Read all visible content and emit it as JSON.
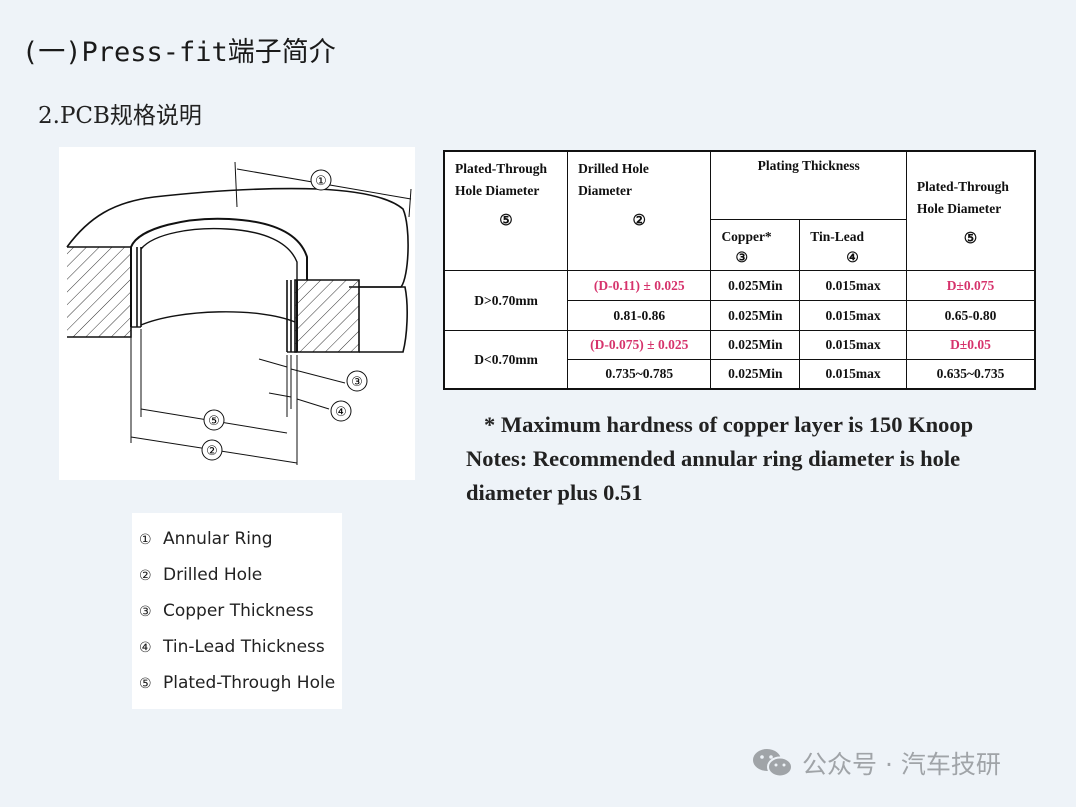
{
  "header": {
    "title": "(一)Press-fit端子简介",
    "subtitle": "2.PCB规格说明"
  },
  "diagram": {
    "callouts": [
      "①",
      "③",
      "④",
      "⑤",
      "②"
    ]
  },
  "legend": {
    "items": [
      {
        "num": "①",
        "label": "Annular Ring"
      },
      {
        "num": "②",
        "label": "Drilled Hole"
      },
      {
        "num": "③",
        "label": "Copper Thickness"
      },
      {
        "num": "④",
        "label": "Tin-Lead Thickness"
      },
      {
        "num": "⑤",
        "label": "Plated-Through Hole"
      }
    ]
  },
  "spec_table": {
    "headers": {
      "col1": "Plated-Through Hole Diameter",
      "col1_num": "⑤",
      "col2": "Drilled Hole Diameter",
      "col2_num": "②",
      "plating": "Plating Thickness",
      "copper": "Copper*",
      "copper_num": "③",
      "tinlead": "Tin-Lead",
      "tinlead_num": "④",
      "col5": "Plated-Through Hole Diameter",
      "col5_num": "⑤"
    },
    "groups": [
      {
        "label": "D>0.70mm",
        "rows": [
          {
            "drilled": "(D-0.11) ± 0.025",
            "copper": "0.025Min",
            "tinlead": "0.015max",
            "pth": "D±0.075",
            "highlight": true
          },
          {
            "drilled": "0.81-0.86",
            "copper": "0.025Min",
            "tinlead": "0.015max",
            "pth": "0.65-0.80",
            "highlight": false
          }
        ]
      },
      {
        "label": "D<0.70mm",
        "rows": [
          {
            "drilled": "(D-0.075) ± 0.025",
            "copper": "0.025Min",
            "tinlead": "0.015max",
            "pth": "D±0.05",
            "highlight": true
          },
          {
            "drilled": "0.735~0.785",
            "copper": "0.025Min",
            "tinlead": "0.015max",
            "pth": "0.635~0.735",
            "highlight": false
          }
        ]
      }
    ],
    "highlight_color": "#d6336c"
  },
  "notes": {
    "line1": "* Maximum hardness of copper layer is 150 Knoop",
    "line2": "Notes: Recommended annular ring diameter is  hole diameter plus 0.51"
  },
  "watermark": {
    "icon": "wechat-icon",
    "text": "公众号 · 汽车技研"
  }
}
